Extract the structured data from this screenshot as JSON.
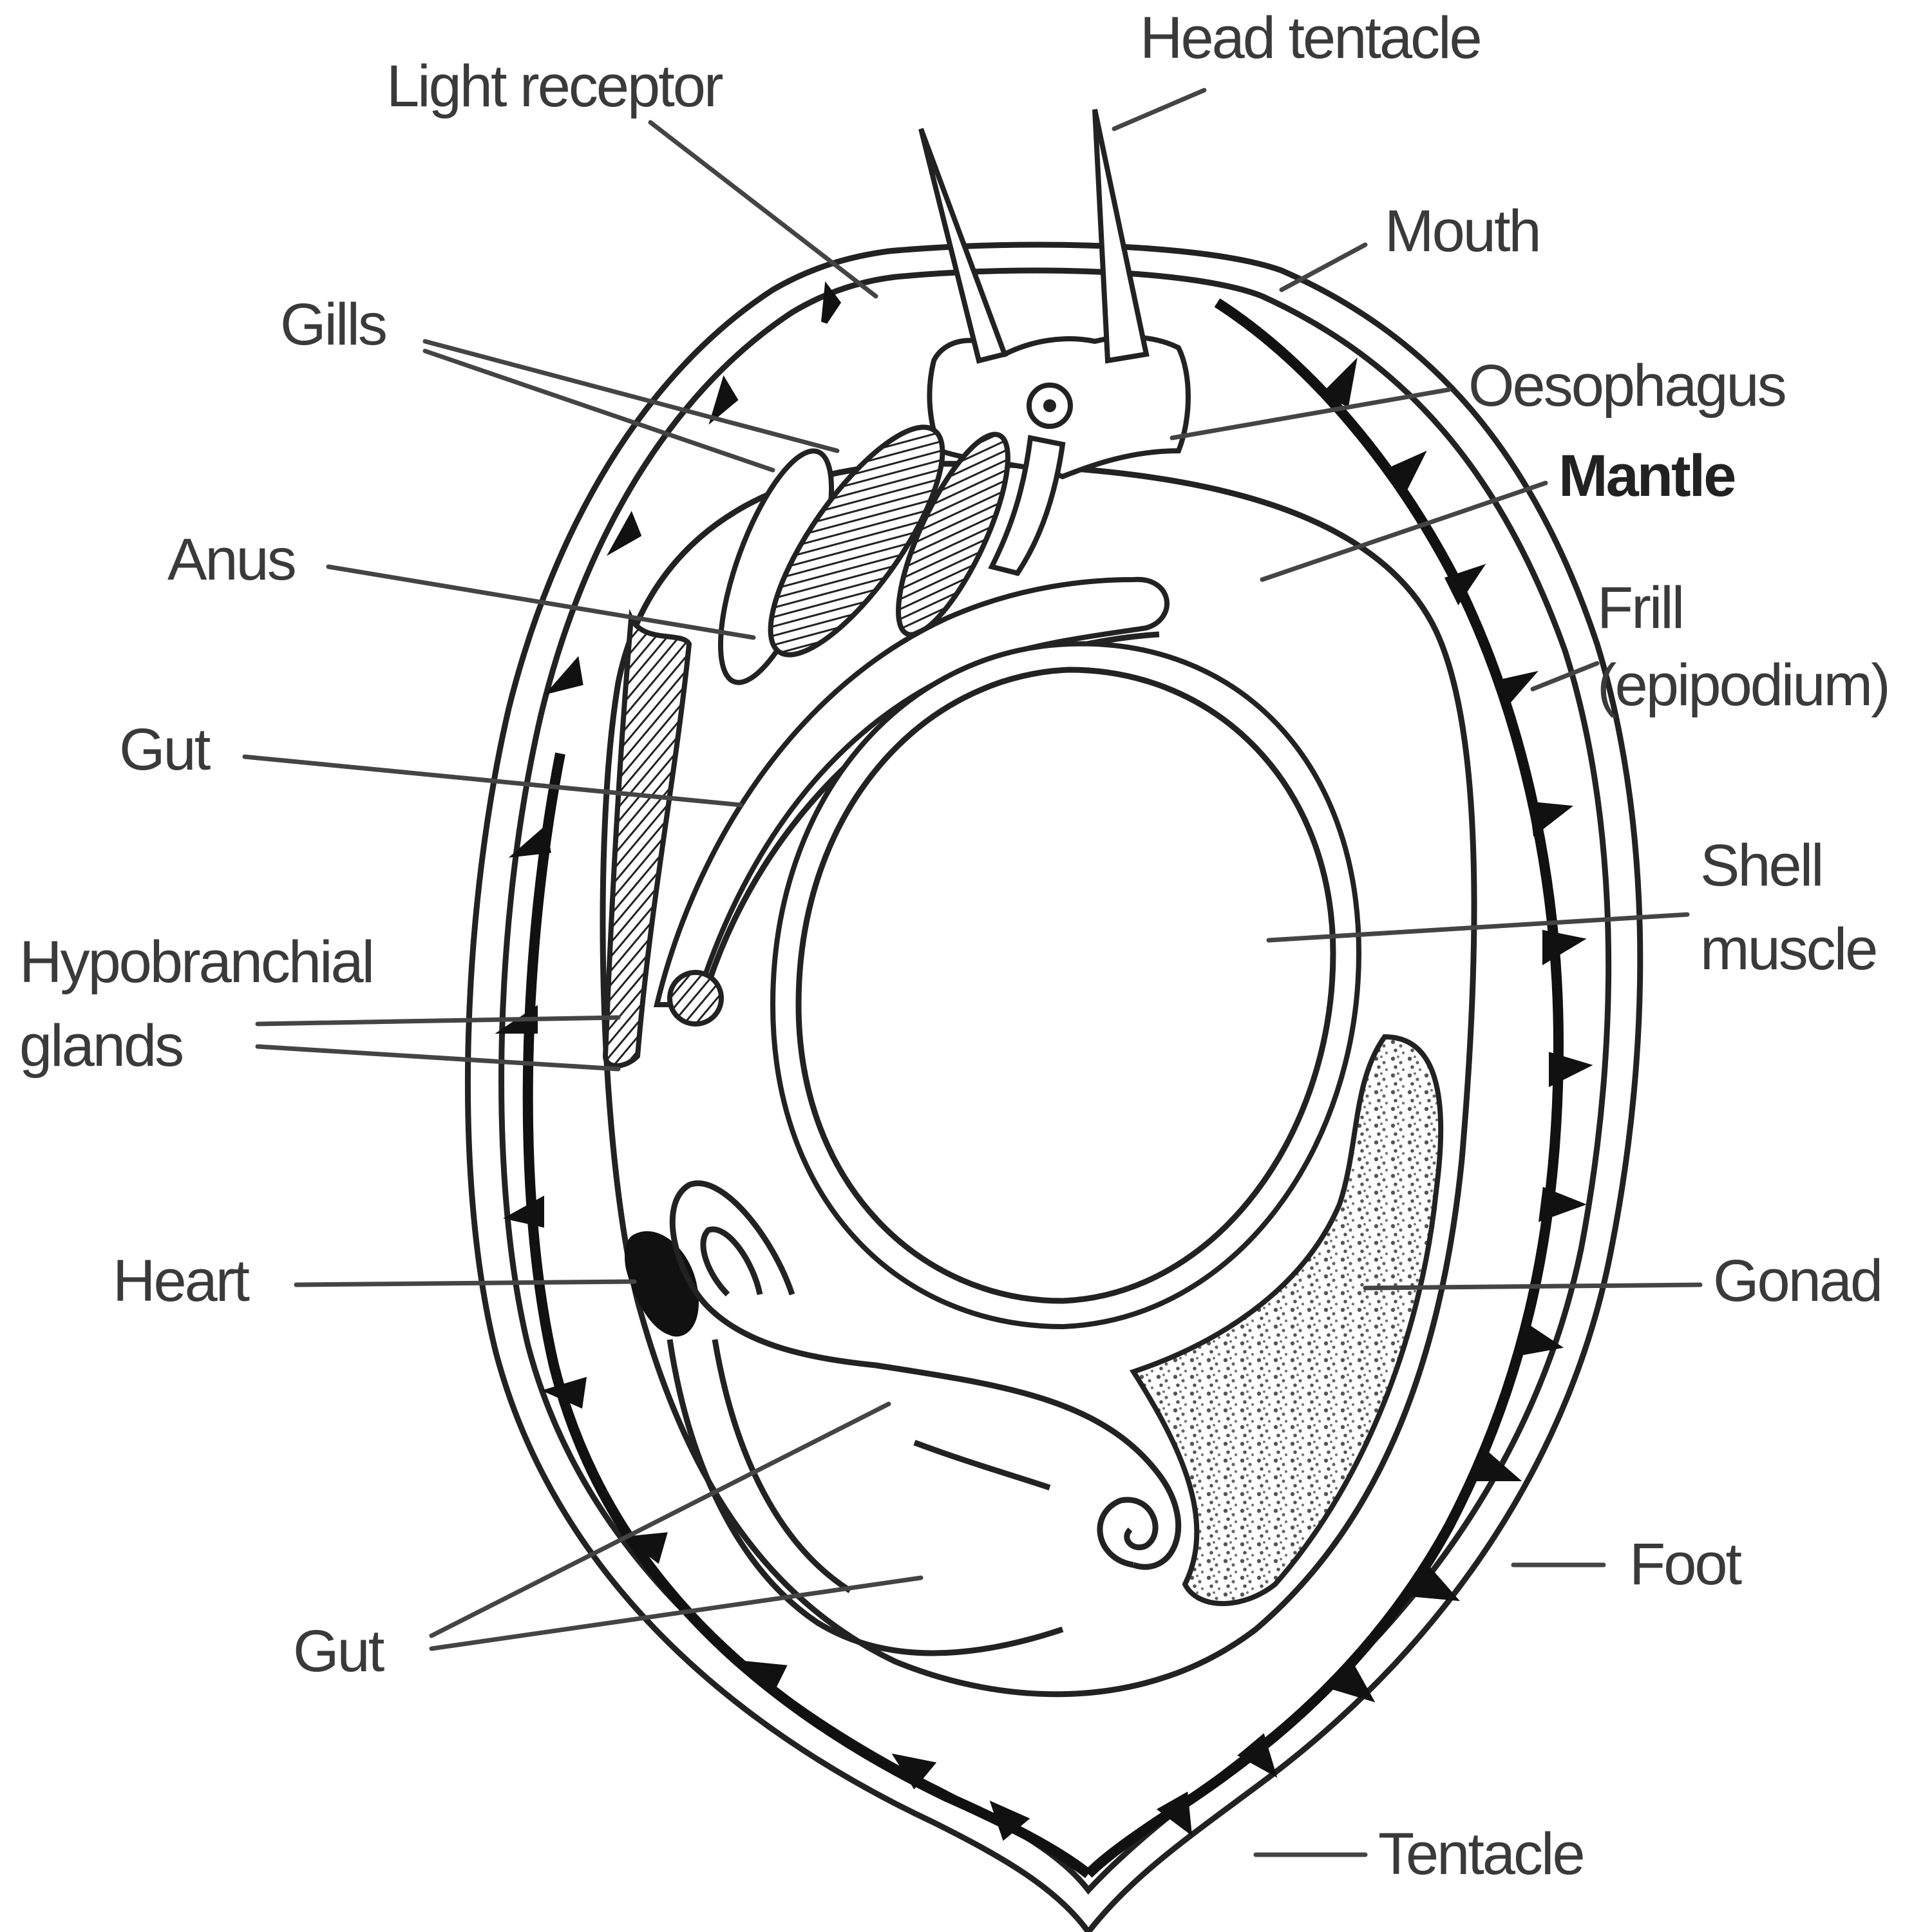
{
  "labels": {
    "head_tentacle": "Head tentacle",
    "light_receptor": "Light receptor",
    "mouth": "Mouth",
    "gills": "Gills",
    "oesophagus": "Oesophagus",
    "mantle": "Mantle",
    "anus": "Anus",
    "frill_line1": "Frill",
    "frill_line2": "(epipodium)",
    "gut_upper": "Gut",
    "shell_muscle_line1": "Shell",
    "shell_muscle_line2": "muscle",
    "hypobranchial_line1": "Hypobranchial",
    "hypobranchial_line2": "glands",
    "heart": "Heart",
    "gonad": "Gonad",
    "foot": "Foot",
    "gut_lower": "Gut",
    "tentacle": "Tentacle"
  },
  "icons": {
    "body": "abalone-body-outline",
    "shell_muscle": "shell-muscle-circle",
    "gonad": "gonad-stippled-region",
    "heart": "heart-filled-shape",
    "gills": "gills-leaf-shapes"
  },
  "colors": {
    "ink": "#222222",
    "label": "#3a3a3a",
    "background": "#ffffff"
  }
}
